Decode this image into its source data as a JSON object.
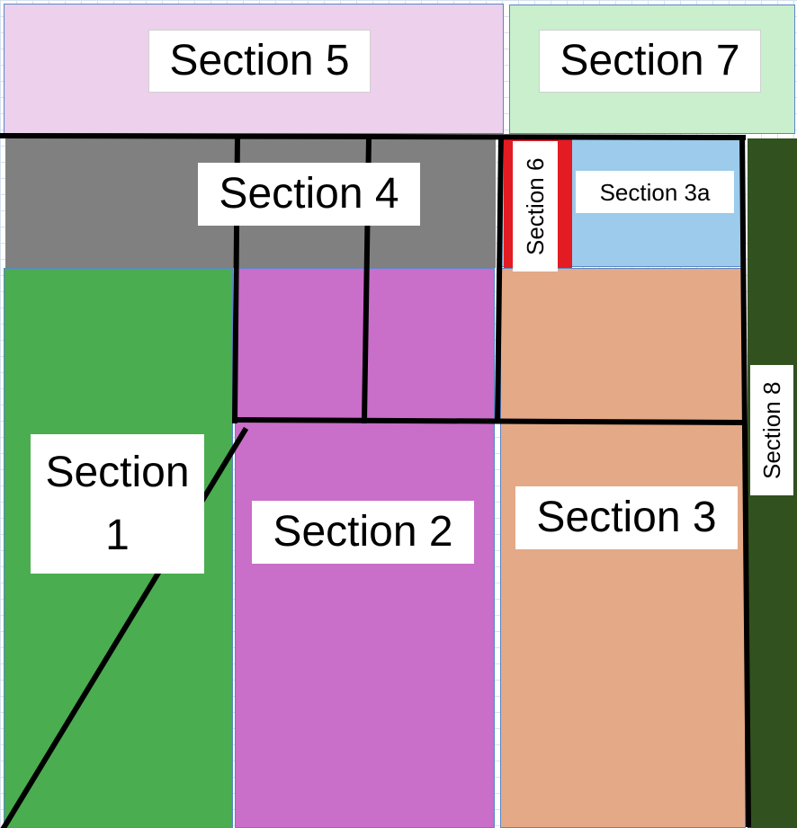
{
  "sections": {
    "s1": {
      "label": "Section 1",
      "color": "#4aad50"
    },
    "s2": {
      "label": "Section 2",
      "color": "#c96ec9"
    },
    "s3": {
      "label": "Section 3",
      "color": "#e4a986"
    },
    "s3a": {
      "label": "Section 3a",
      "color": "#9ccbeb"
    },
    "s4": {
      "label": "Section 4",
      "color": "#808080"
    },
    "s5": {
      "label": "Section 5",
      "color": "#ecd0ec"
    },
    "s6": {
      "label": "Section 6",
      "color": "#e31b23"
    },
    "s7": {
      "label": "Section 7",
      "color": "#c9efcc"
    },
    "s8": {
      "label": "Section 8",
      "color": "#31511e"
    }
  },
  "colors": {
    "line": "#000000",
    "cell_border": "#4472c4",
    "label_bg": "#ffffff"
  }
}
